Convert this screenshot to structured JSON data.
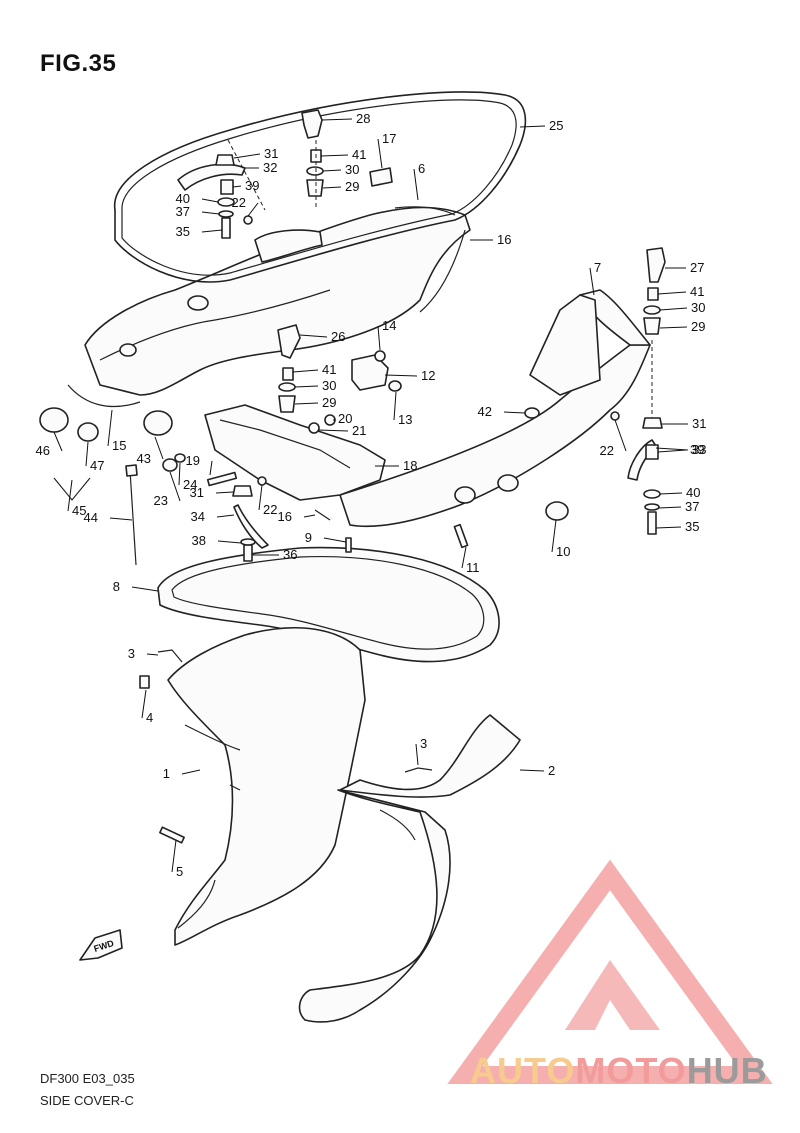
{
  "figure": {
    "title": "FIG.35",
    "model_code": "DF300 E03_035",
    "section_name": "SIDE COVER-C"
  },
  "watermark": {
    "part1": "AUTO",
    "part2": "MOTO",
    "part3": "HUB",
    "color_light": "#f5c27a",
    "color_red": "#f08a8a",
    "color_gray": "#8a8a8a"
  },
  "colors": {
    "line": "#222222",
    "fill": "#fbfbfb"
  },
  "callouts": [
    {
      "label": "1"
    },
    {
      "label": "2"
    },
    {
      "label": "3"
    },
    {
      "label": "3"
    },
    {
      "label": "4"
    },
    {
      "label": "5"
    },
    {
      "label": "6"
    },
    {
      "label": "7"
    },
    {
      "label": "8"
    },
    {
      "label": "9"
    },
    {
      "label": "10"
    },
    {
      "label": "11"
    },
    {
      "label": "12"
    },
    {
      "label": "13"
    },
    {
      "label": "14"
    },
    {
      "label": "15"
    },
    {
      "label": "16"
    },
    {
      "label": "16"
    },
    {
      "label": "17"
    },
    {
      "label": "18"
    },
    {
      "label": "19"
    },
    {
      "label": "20"
    },
    {
      "label": "21"
    },
    {
      "label": "22"
    },
    {
      "label": "22"
    },
    {
      "label": "22"
    },
    {
      "label": "23"
    },
    {
      "label": "24"
    },
    {
      "label": "25"
    },
    {
      "label": "26"
    },
    {
      "label": "27"
    },
    {
      "label": "28"
    },
    {
      "label": "29"
    },
    {
      "label": "29"
    },
    {
      "label": "29"
    },
    {
      "label": "30"
    },
    {
      "label": "30"
    },
    {
      "label": "30"
    },
    {
      "label": "31"
    },
    {
      "label": "31"
    },
    {
      "label": "31"
    },
    {
      "label": "32"
    },
    {
      "label": "33"
    },
    {
      "label": "34"
    },
    {
      "label": "35"
    },
    {
      "label": "35"
    },
    {
      "label": "36"
    },
    {
      "label": "37"
    },
    {
      "label": "37"
    },
    {
      "label": "38"
    },
    {
      "label": "39"
    },
    {
      "label": "39"
    },
    {
      "label": "40"
    },
    {
      "label": "40"
    },
    {
      "label": "41"
    },
    {
      "label": "41"
    },
    {
      "label": "41"
    },
    {
      "label": "42"
    },
    {
      "label": "43"
    },
    {
      "label": "44"
    },
    {
      "label": "45"
    },
    {
      "label": "46"
    },
    {
      "label": "47"
    }
  ],
  "icons": {
    "direction_arrow": "fwd-arrow-icon",
    "direction_text": "FWD"
  }
}
